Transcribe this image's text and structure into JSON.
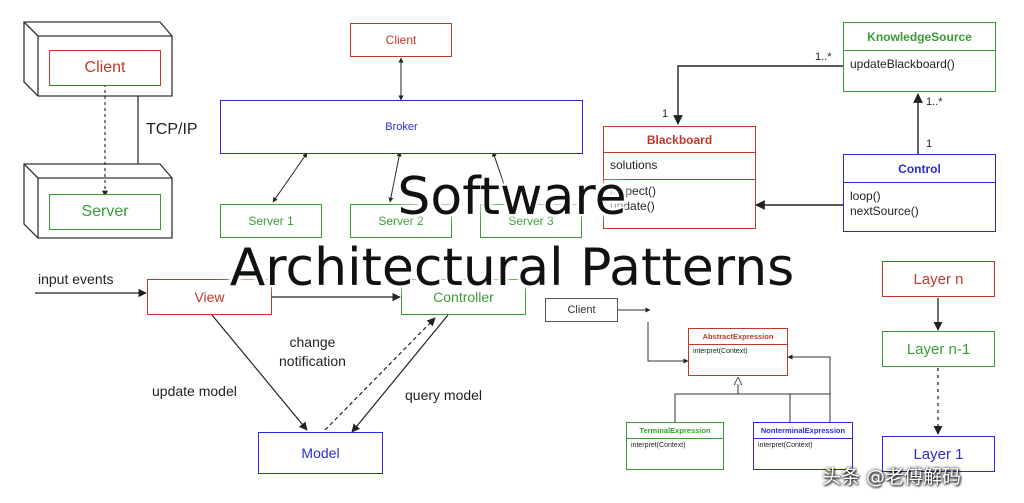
{
  "client_server": {
    "client": "Client",
    "server": "Server",
    "protocol": "TCP/IP"
  },
  "broker": {
    "client": "Client",
    "broker": "Broker",
    "servers": [
      "Server 1",
      "Server 2",
      "Server 3"
    ]
  },
  "blackboard": {
    "knowledge_source": {
      "name": "KnowledgeSource",
      "methods": [
        "updateBlackboard()"
      ]
    },
    "blackboard": {
      "name": "Blackboard",
      "attributes": [
        "solutions"
      ],
      "methods": [
        "inspect()",
        "update()"
      ]
    },
    "control": {
      "name": "Control",
      "methods": [
        "loop()",
        "nextSource()"
      ]
    },
    "multiplicity": {
      "ks_to_bb_source": "1..*",
      "ks_to_bb_target": "1",
      "control_to_ks_source": "1",
      "control_to_ks_target": "1..*"
    }
  },
  "mvc": {
    "input": "input events",
    "view": "View",
    "controller": "Controller",
    "model": "Model",
    "change_notification": "change\nnotification",
    "update_model": "update model",
    "query_model": "query model"
  },
  "interpreter": {
    "client": "Client",
    "abstract": {
      "name": "AbstractExpression",
      "method": "interpret(Context)"
    },
    "terminal": {
      "name": "TerminalExpression",
      "method": "interpret(Context)"
    },
    "nonterminal": {
      "name": "NonterminalExpression",
      "method": "interpret(Context)"
    }
  },
  "layers": {
    "items": [
      "Layer n",
      "Layer n-1",
      "Layer 1"
    ]
  },
  "title": {
    "line1": "Software",
    "line2": "Architectural Patterns"
  },
  "watermark": "头条 @老傅解码",
  "colors": {
    "red": "#c0392b",
    "green": "#3a9b35",
    "blue": "#2b2bd9"
  }
}
